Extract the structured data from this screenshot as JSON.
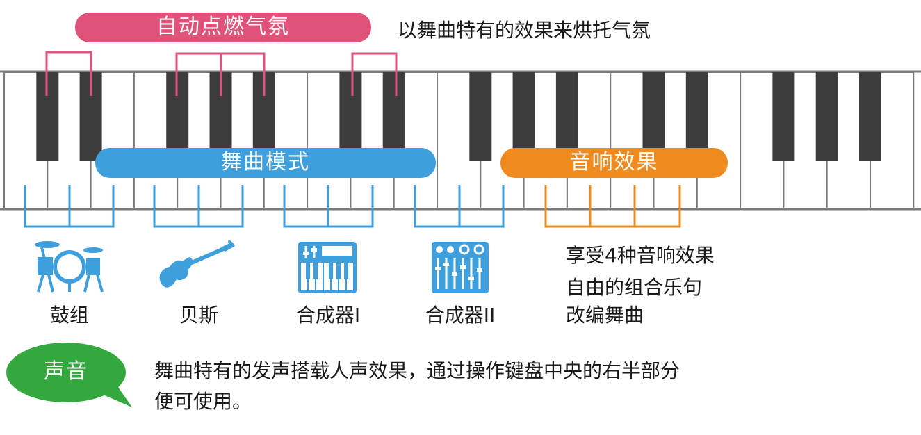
{
  "labels": {
    "auto_ignite": "自动点燃气氛",
    "auto_ignite_desc": "以舞曲特有的效果来烘托气氛",
    "dance_mode": "舞曲模式",
    "sound_effect": "音响效果",
    "effect_line1": "享受4种音响效果",
    "effect_line2": "自由的组合乐句",
    "effect_line3": "改编舞曲",
    "voice": "声音",
    "voice_desc_line1": "舞曲特有的发声搭载人声效果，通过操作键盘中央的右半部分",
    "voice_desc_line2": "便可使用。"
  },
  "instruments": [
    {
      "label": "鼓组",
      "icon": "drum-kit-icon"
    },
    {
      "label": "贝斯",
      "icon": "bass-guitar-icon"
    },
    {
      "label": "合成器I",
      "icon": "synth-keyboard-icon"
    },
    {
      "label": "合成器II",
      "icon": "synth-mixer-icon"
    }
  ],
  "colors": {
    "pink": "#e0527a",
    "blue": "#3f9fdc",
    "orange": "#ef8b1e",
    "green": "#33a83e",
    "key_outline": "#7a7a7a",
    "black_key": "#3d3d3d"
  }
}
